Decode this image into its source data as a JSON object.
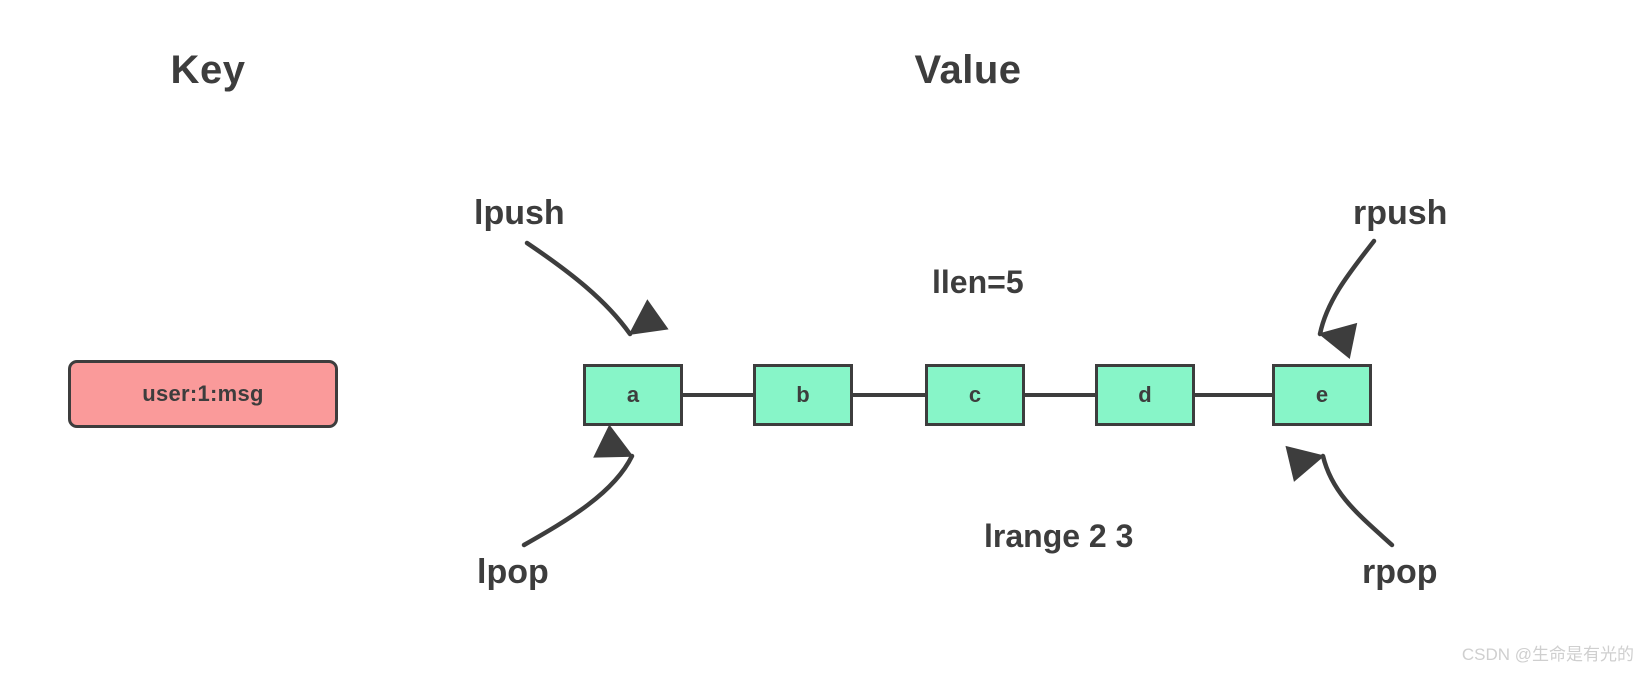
{
  "headers": {
    "key": "Key",
    "value": "Value"
  },
  "key_entry": {
    "label": "user:1:msg",
    "fill": "#fa9a9a",
    "stroke": "#3d3d3d"
  },
  "list": {
    "fill": "#87f5c8",
    "stroke": "#3d3d3d",
    "nodes": [
      {
        "label": "a"
      },
      {
        "label": "b"
      },
      {
        "label": "c"
      },
      {
        "label": "d"
      },
      {
        "label": "e"
      }
    ]
  },
  "operations": {
    "lpush": "lpush",
    "rpush": "rpush",
    "lpop": "lpop",
    "rpop": "rpop"
  },
  "annotations": {
    "llen": "llen=5",
    "lrange": "lrange 2 3"
  },
  "watermark": "CSDN @生命是有光的",
  "colors": {
    "ink": "#3d3d3d",
    "background": "#ffffff",
    "watermark": "#cfcfcf"
  }
}
